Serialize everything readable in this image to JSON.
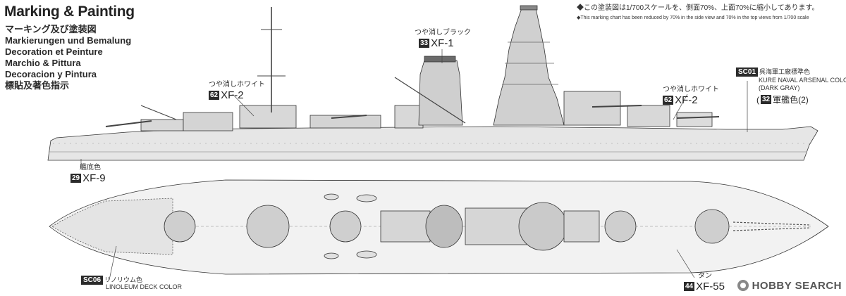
{
  "header": {
    "title": "Marking & Painting",
    "subtitles": [
      "マーキング及び塗装図",
      "Markierungen und Bemalung",
      "Decoration et Peinture",
      "Marchio & Pittura",
      "Decoracion y Pintura",
      "標貼及著色指示"
    ]
  },
  "scale_note": {
    "jp": "◆この塗装図は1/700スケールを、側面70%、上面70%に縮小してあります。",
    "en": "◆This marking chart has been reduced by 70% in the side view and 70% in the top views from 1/700 scale"
  },
  "callouts": {
    "flat_black": {
      "jp": "つや消しブラック",
      "num": "33",
      "code": "XF-1"
    },
    "flat_white_left": {
      "jp": "つや消しホワイト",
      "num": "62",
      "code": "XF-2"
    },
    "flat_white_right": {
      "jp": "つや消しホワイト",
      "num": "62",
      "code": "XF-2"
    },
    "kure_gray": {
      "sc": "SC01",
      "jp": "呉海軍工廠標準色",
      "en1": "KURE NAVAL ARSENAL COLOR",
      "en2": "(DARK GRAY)",
      "num": "32",
      "alt": "軍艦色(2)"
    },
    "hull_red": {
      "jp": "艦底色",
      "num": "29",
      "code": "XF-9"
    },
    "linoleum": {
      "sc": "SC06",
      "jp": "リノリウム色",
      "en": "LINOLEUM DECK COLOR"
    },
    "tan": {
      "jp": "タン",
      "num": "44",
      "code": "XF-55"
    }
  },
  "watermark": {
    "text": "HOBBY SEARCH"
  }
}
